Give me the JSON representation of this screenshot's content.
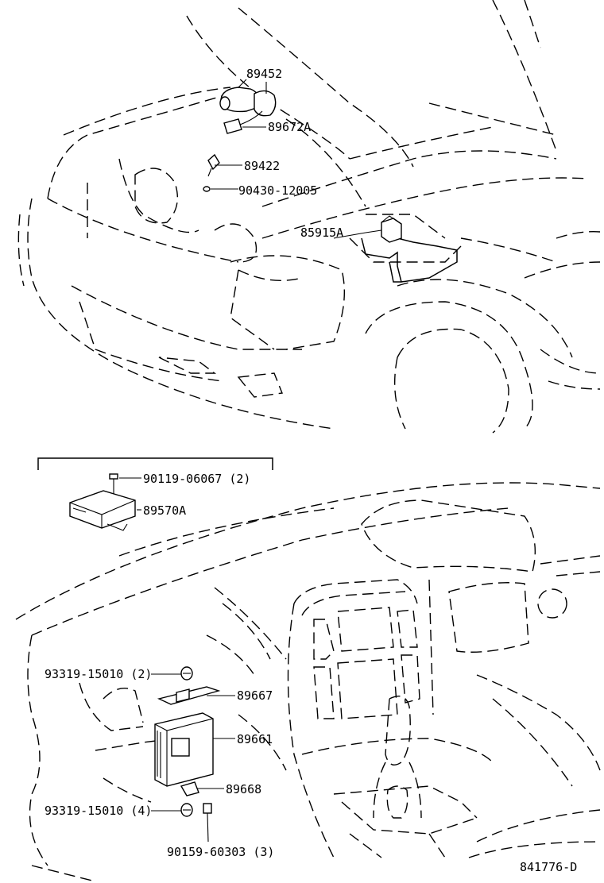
{
  "diagram_code": "841776-D",
  "parts": {
    "p89452": "89452",
    "p89672a": "89672A",
    "p89422": "89422",
    "p90430": "90430-12005",
    "p85915a": "85915A",
    "p90119": "90119-06067 (2)",
    "p89570a": "89570A",
    "p93319_top": "93319-15010 (2)",
    "p89667": "89667",
    "p89661": "89661",
    "p89668": "89668",
    "p93319_bot": "93319-15010 (4)",
    "p90159": "90159-60303 (3)"
  }
}
